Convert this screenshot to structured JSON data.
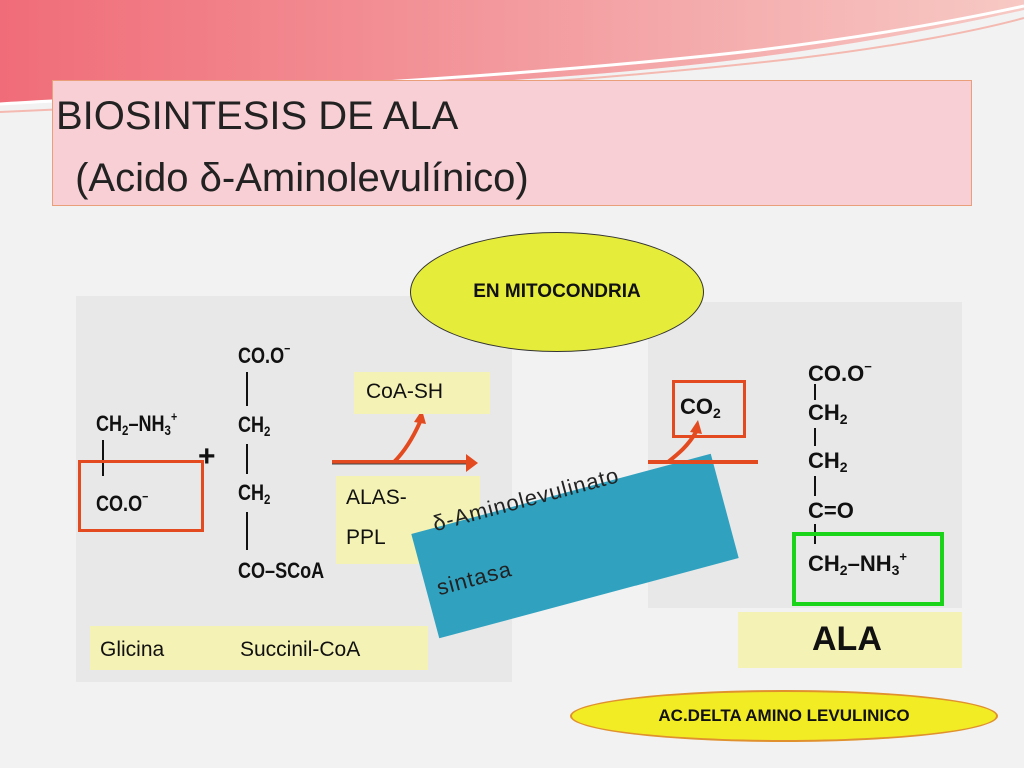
{
  "title": {
    "line1": "BIOSINTESIS DE ALA",
    "line2": " (Acido δ-Aminolevulínico)"
  },
  "location_label": "EN MITOCONDRIA",
  "enzyme": {
    "cofactor_out": "CoA-SH",
    "alas_line1": "ALAS-",
    "alas_line2": "PPL",
    "name_line1": "δ-Aminolevulinato",
    "name_line2": "sintasa"
  },
  "reactants": {
    "glicina": "Glicina",
    "succinil": "Succinil-CoA",
    "plus": "+"
  },
  "product": {
    "label": "ALA",
    "co2": "CO",
    "co2_sub": "2"
  },
  "footer_label": "AC.DELTA AMINO LEVULINICO",
  "formulas": {
    "gly_top": "CH",
    "gly_top_sub": "2",
    "gly_top_rest": "–NH",
    "gly_top_sub2": "3",
    "gly_top_sup": "+",
    "gly_bottom": "CO.O",
    "gly_bottom_sup": "−",
    "suc_1": "CO.O",
    "suc_1_sup": "−",
    "suc_2": "CH",
    "suc_2_sub": "2",
    "suc_3": "CH",
    "suc_3_sub": "2",
    "suc_4": "CO–SCoA",
    "ala_1": "CO.O",
    "ala_1_sup": "−",
    "ala_2": "CH",
    "ala_2_sub": "2",
    "ala_3": "CH",
    "ala_3_sub": "2",
    "ala_4": "C=O",
    "ala_5": "CH",
    "ala_5_sub": "2",
    "ala_5_rest": "–NH",
    "ala_5_sub2": "3",
    "ala_5_sup": "+"
  },
  "colors": {
    "title_bg": "#f8cfd4",
    "highlight_red": "#e34a1f",
    "highlight_green": "#19d419",
    "enzyme_blue": "#30a2c0",
    "ellipse_yellow": "#e6ec3a",
    "label_bg": "#f4f2b4"
  }
}
